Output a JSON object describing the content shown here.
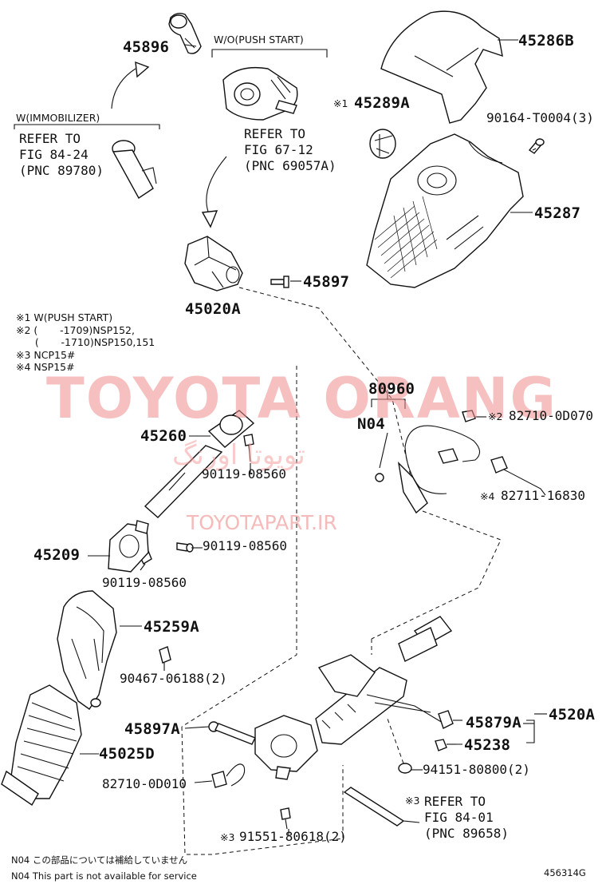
{
  "watermark": {
    "brand": "TOYOTA ORANG",
    "persian": "تویوتا اورنگ",
    "site": "TOYOTAPART.IR"
  },
  "labels": {
    "p45896": "45896",
    "wo_push_start": "W/O(PUSH START)",
    "w_immobilizer": "W(IMMOBILIZER)",
    "refer_84_24": "REFER TO\nFIG 84-24\n(PNC 89780)",
    "refer_67_12": "REFER TO\nFIG 67-12\n(PNC 69057A)",
    "p45286b": "45286B",
    "p45289a_mark": "※1",
    "p45289a": "45289A",
    "p90164": "90164-T0004(3)",
    "p45287": "45287",
    "p45897": "45897",
    "p45020a": "45020A",
    "p80960": "80960",
    "n04": "N04",
    "p82710_0d070_mark": "※2",
    "p82710_0d070": "82710-0D070",
    "p82711_mark": "※4",
    "p82711": "82711-16830",
    "p45260": "45260",
    "p90119_a": "90119-08560",
    "p90119_b": "90119-08560",
    "p90119_c": "90119-08560",
    "p45209": "45209",
    "p45259a": "45259A",
    "p90467": "90467-06188(2)",
    "p45897a": "45897A",
    "p45025d": "45025D",
    "p82710_0d010": "82710-0D010",
    "p91551_mark": "※3",
    "p91551": "91551-80618(2)",
    "p45879a": "45879A",
    "p4520a": "4520A",
    "p45238": "45238",
    "p94151": "94151-80800(2)",
    "refer_84_01_mark": "※3",
    "refer_84_01": "REFER TO\nFIG 84-01\n(PNC 89658)"
  },
  "notes": [
    "※1  W(PUSH START)",
    "※2 (       -1709)NSP152,",
    "      (       -1710)NSP150,151",
    "※3 NCP15#",
    "※4 NSP15#"
  ],
  "footer": {
    "n04_jp": "N04  この部品については補給していません",
    "n04_en": "N04  This part is not available for service",
    "figure_id": "456314G"
  }
}
